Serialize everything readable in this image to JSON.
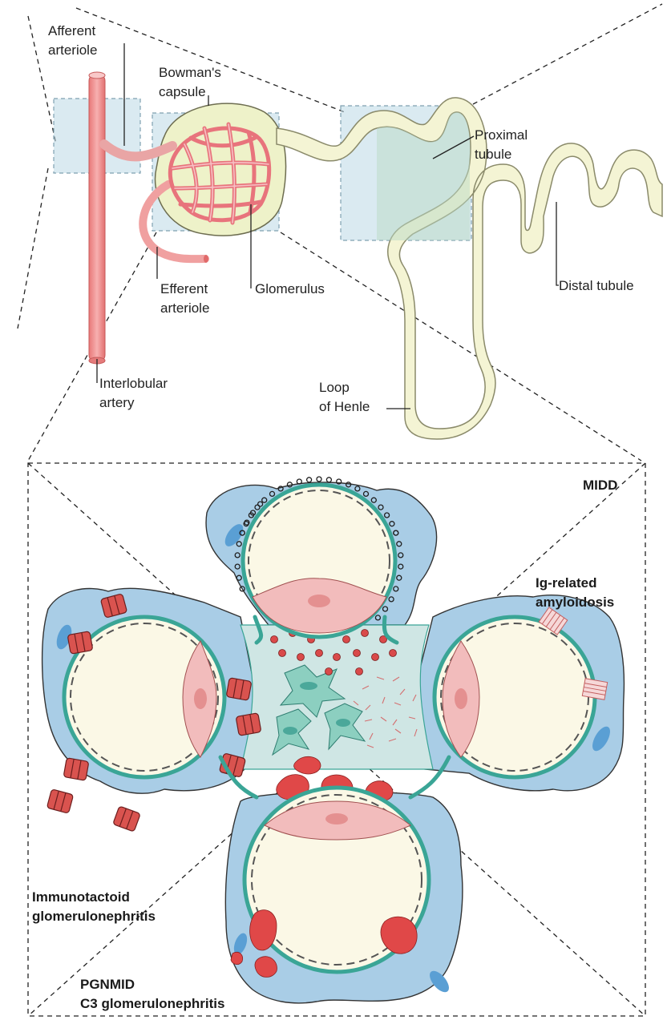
{
  "nephron": {
    "afferent_arteriole": [
      "Afferent",
      "arteriole"
    ],
    "bowmans_capsule": [
      "Bowman's",
      "capsule"
    ],
    "proximal_tubule": [
      "Proximal",
      "tubule"
    ],
    "distal_tubule": "Distal tubule",
    "glomerulus": "Glomerulus",
    "efferent_arteriole": [
      "Efferent",
      "arteriole"
    ],
    "interlobular_artery": [
      "Interlobular",
      "artery"
    ],
    "loop_of_henle": [
      "Loop",
      "of Henle"
    ]
  },
  "glomerulus_detail": {
    "midd": "MIDD",
    "ig_amyloidosis": [
      "Ig-related",
      "amyloidosis"
    ],
    "immunotactoid": [
      "Immunotactoid",
      "glomerulonephritis"
    ],
    "pgnmid": [
      "PGNMID",
      "C3 glomerulonephritis"
    ]
  },
  "colors": {
    "artery": "#f08c8c",
    "capsule_fill": "#f3f5d8",
    "tubule_fill": "#f4f4d4",
    "zoom_box": "#bcd8e6",
    "podocyte": "#a9cde6",
    "gbm": "#3aa596",
    "lumen": "#fbf8e6",
    "endothelial": "#f2bcbc",
    "deposit": "#d94a4a",
    "mesangium": "#cfe6e4",
    "mesangial_cell": "#8ccfc0"
  }
}
